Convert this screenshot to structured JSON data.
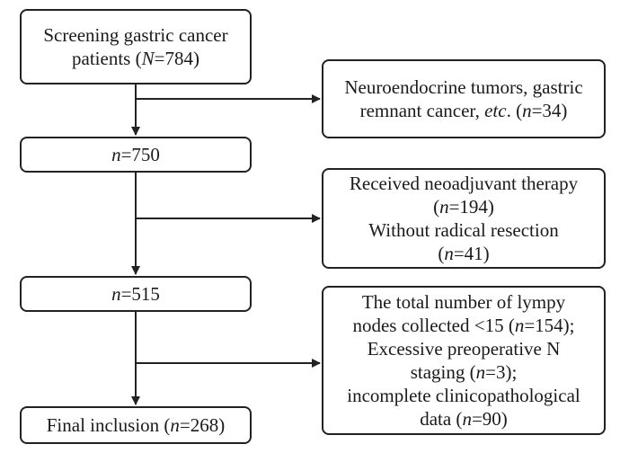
{
  "diagram": {
    "main_boxes": [
      {
        "lines": [
          [
            {
              "t": "Screening gastric cancer"
            }
          ],
          [
            {
              "t": "patients ("
            },
            {
              "t": "N",
              "i": true
            },
            {
              "t": "=784)"
            }
          ]
        ]
      },
      {
        "lines": [
          [
            {
              "t": "n",
              "i": true
            },
            {
              "t": "=750"
            }
          ]
        ]
      },
      {
        "lines": [
          [
            {
              "t": "n",
              "i": true
            },
            {
              "t": "=515"
            }
          ]
        ]
      },
      {
        "lines": [
          [
            {
              "t": "Final inclusion ("
            },
            {
              "t": "n",
              "i": true
            },
            {
              "t": "=268)"
            }
          ]
        ]
      }
    ],
    "side_boxes": [
      {
        "lines": [
          [
            {
              "t": "Neuroendocrine tumors, gastric"
            }
          ],
          [
            {
              "t": "remnant cancer, "
            },
            {
              "t": "etc",
              "i": true
            },
            {
              "t": ". ("
            },
            {
              "t": "n",
              "i": true
            },
            {
              "t": "=34)"
            }
          ]
        ]
      },
      {
        "lines": [
          [
            {
              "t": "Received neoadjuvant therapy"
            }
          ],
          [
            {
              "t": "("
            },
            {
              "t": "n",
              "i": true
            },
            {
              "t": "=194)"
            }
          ],
          [
            {
              "t": "Without radical resection"
            }
          ],
          [
            {
              "t": "("
            },
            {
              "t": "n",
              "i": true
            },
            {
              "t": "=41)"
            }
          ]
        ]
      },
      {
        "lines": [
          [
            {
              "t": "The total number of lympy"
            }
          ],
          [
            {
              "t": "nodes collected <15 ("
            },
            {
              "t": "n",
              "i": true
            },
            {
              "t": "=154);"
            }
          ],
          [
            {
              "t": "Excessive preoperative N"
            }
          ],
          [
            {
              "t": "staging ("
            },
            {
              "t": "n",
              "i": true
            },
            {
              "t": "=3);"
            }
          ],
          [
            {
              "t": "incomplete clinicopathological"
            }
          ],
          [
            {
              "t": "data ("
            },
            {
              "t": "n",
              "i": true
            },
            {
              "t": "=90)"
            }
          ]
        ]
      }
    ]
  },
  "colors": {
    "stroke": "#222222",
    "background": "#ffffff"
  }
}
